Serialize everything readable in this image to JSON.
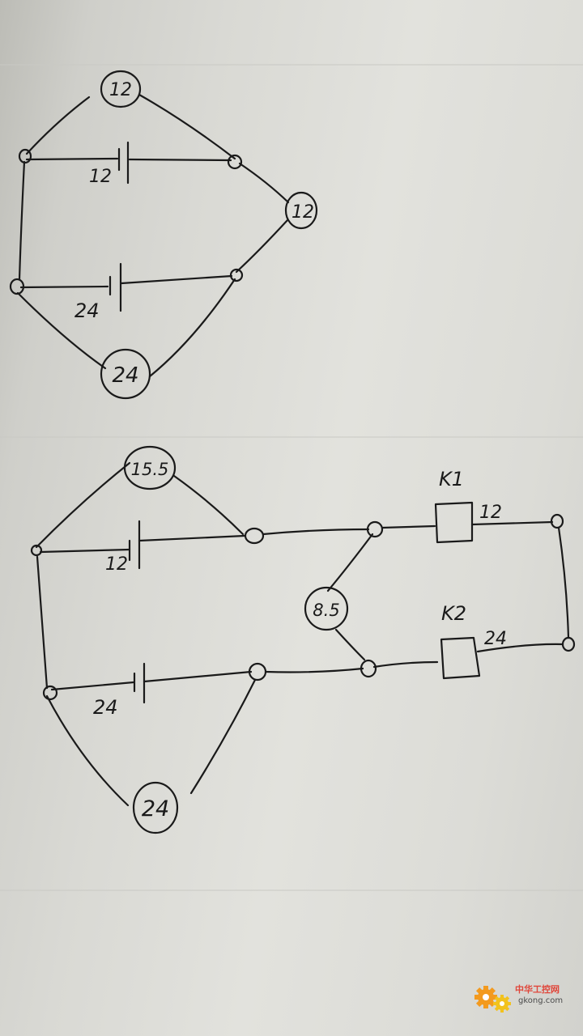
{
  "diagram_top": {
    "battery_labels": [
      "12",
      "24"
    ],
    "lamp_labels": [
      "12",
      "12",
      "24"
    ]
  },
  "diagram_bottom": {
    "battery_labels": [
      "12",
      "24"
    ],
    "lamp_labels": [
      "15.5",
      "8.5",
      "24"
    ],
    "relays": [
      {
        "name": "K1",
        "rating": "12"
      },
      {
        "name": "K2",
        "rating": "24"
      }
    ]
  },
  "watermark": {
    "name": "中华工控网",
    "domain": "gkong.com",
    "colors": {
      "gear_orange": "#f39a1e",
      "gear_yellow": "#f2c21d",
      "brand_red": "#e0463a"
    }
  }
}
